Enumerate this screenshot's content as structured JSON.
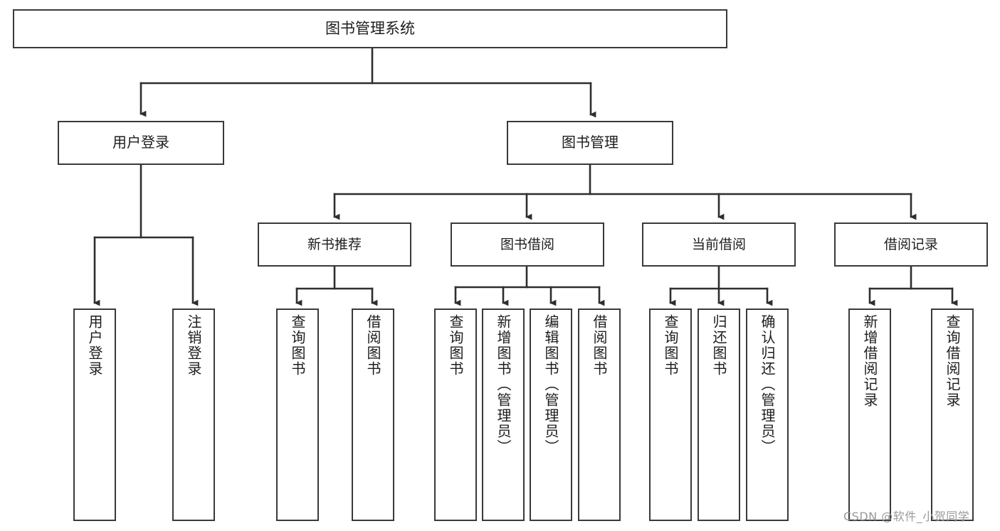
{
  "diagram": {
    "title": "图书管理系统",
    "type": "hierarchy-tree",
    "root": {
      "id": "root",
      "label": "图书管理系统"
    },
    "level2": [
      {
        "id": "login",
        "label": "用户登录"
      },
      {
        "id": "bookmgmt",
        "label": "图书管理"
      }
    ],
    "level3": [
      {
        "id": "newbook",
        "label": "新书推荐",
        "parent": "bookmgmt"
      },
      {
        "id": "borrow",
        "label": "图书借阅",
        "parent": "bookmgmt"
      },
      {
        "id": "current",
        "label": "当前借阅",
        "parent": "bookmgmt"
      },
      {
        "id": "record",
        "label": "借阅记录",
        "parent": "bookmgmt"
      }
    ],
    "leaves": [
      {
        "id": "leaf-user-login",
        "label": "用户登录",
        "parent": "login"
      },
      {
        "id": "leaf-user-logout",
        "label": "注销登录",
        "parent": "login"
      },
      {
        "id": "leaf-newbook-query",
        "label": "查询图书",
        "parent": "newbook"
      },
      {
        "id": "leaf-newbook-borrow",
        "label": "借阅图书",
        "parent": "newbook"
      },
      {
        "id": "leaf-borrow-query",
        "label": "查询图书",
        "parent": "borrow"
      },
      {
        "id": "leaf-borrow-add",
        "label": "新增图书（管理员）",
        "parent": "borrow"
      },
      {
        "id": "leaf-borrow-edit",
        "label": "编辑图书（管理员）",
        "parent": "borrow"
      },
      {
        "id": "leaf-borrow-lend",
        "label": "借阅图书",
        "parent": "borrow"
      },
      {
        "id": "leaf-current-query",
        "label": "查询图书",
        "parent": "current"
      },
      {
        "id": "leaf-current-return",
        "label": "归还图书",
        "parent": "current"
      },
      {
        "id": "leaf-current-confirm",
        "label": "确认归还（管理员）",
        "parent": "current"
      },
      {
        "id": "leaf-record-add",
        "label": "新增借阅记录",
        "parent": "record"
      },
      {
        "id": "leaf-record-query",
        "label": "查询借阅记录",
        "parent": "record"
      }
    ],
    "colors": {
      "stroke": "#3a3a3a",
      "fill": "#ffffff",
      "text": "#1d1d1d",
      "watermark": "#9a9a9a"
    }
  },
  "watermark": {
    "text": "CSDN @软件_小贺同学"
  }
}
